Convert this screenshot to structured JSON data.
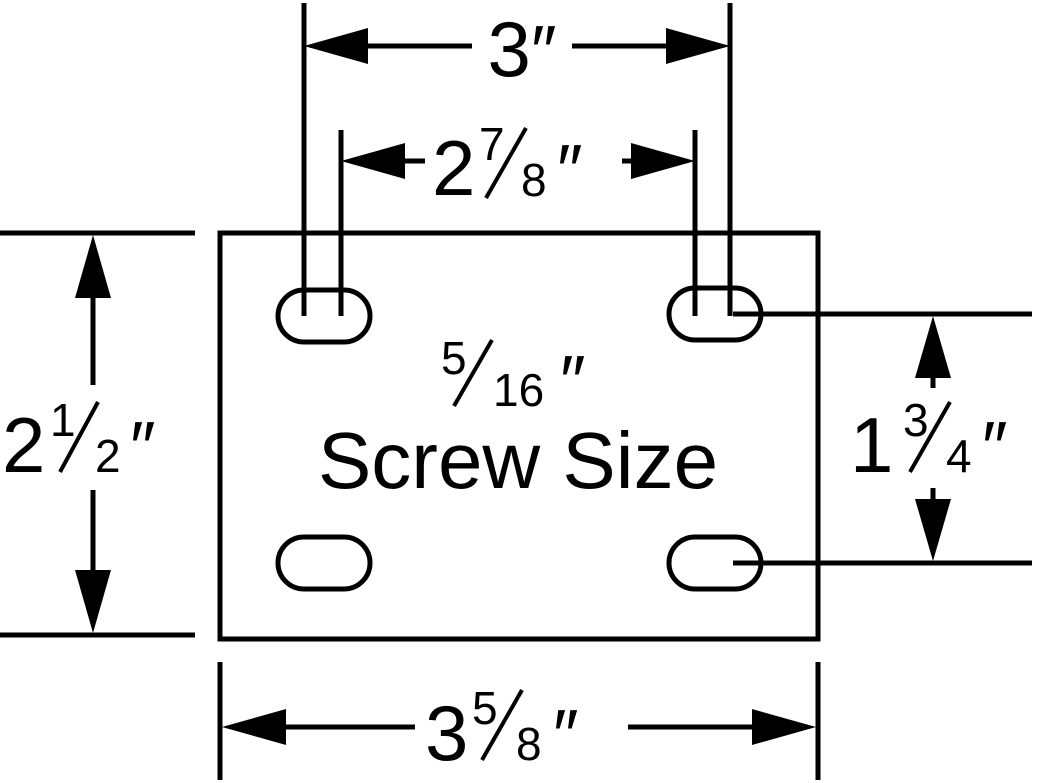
{
  "dimensions": {
    "outer_hole_spacing": {
      "whole": "3",
      "num": "",
      "den": "",
      "mark": "″"
    },
    "inner_hole_spacing": {
      "whole": "2",
      "num": "7",
      "den": "8",
      "mark": "″"
    },
    "plate_height": {
      "whole": "2",
      "num": "1",
      "den": "2",
      "mark": "″"
    },
    "hole_vertical_spacing": {
      "whole": "1",
      "num": "3",
      "den": "4",
      "mark": "″"
    },
    "plate_width": {
      "whole": "3",
      "num": "5",
      "den": "8",
      "mark": "″"
    }
  },
  "screw": {
    "num": "5",
    "den": "16",
    "mark": "″",
    "label": "Screw Size"
  },
  "colors": {
    "ink": "#000000",
    "paper": "#ffffff"
  }
}
